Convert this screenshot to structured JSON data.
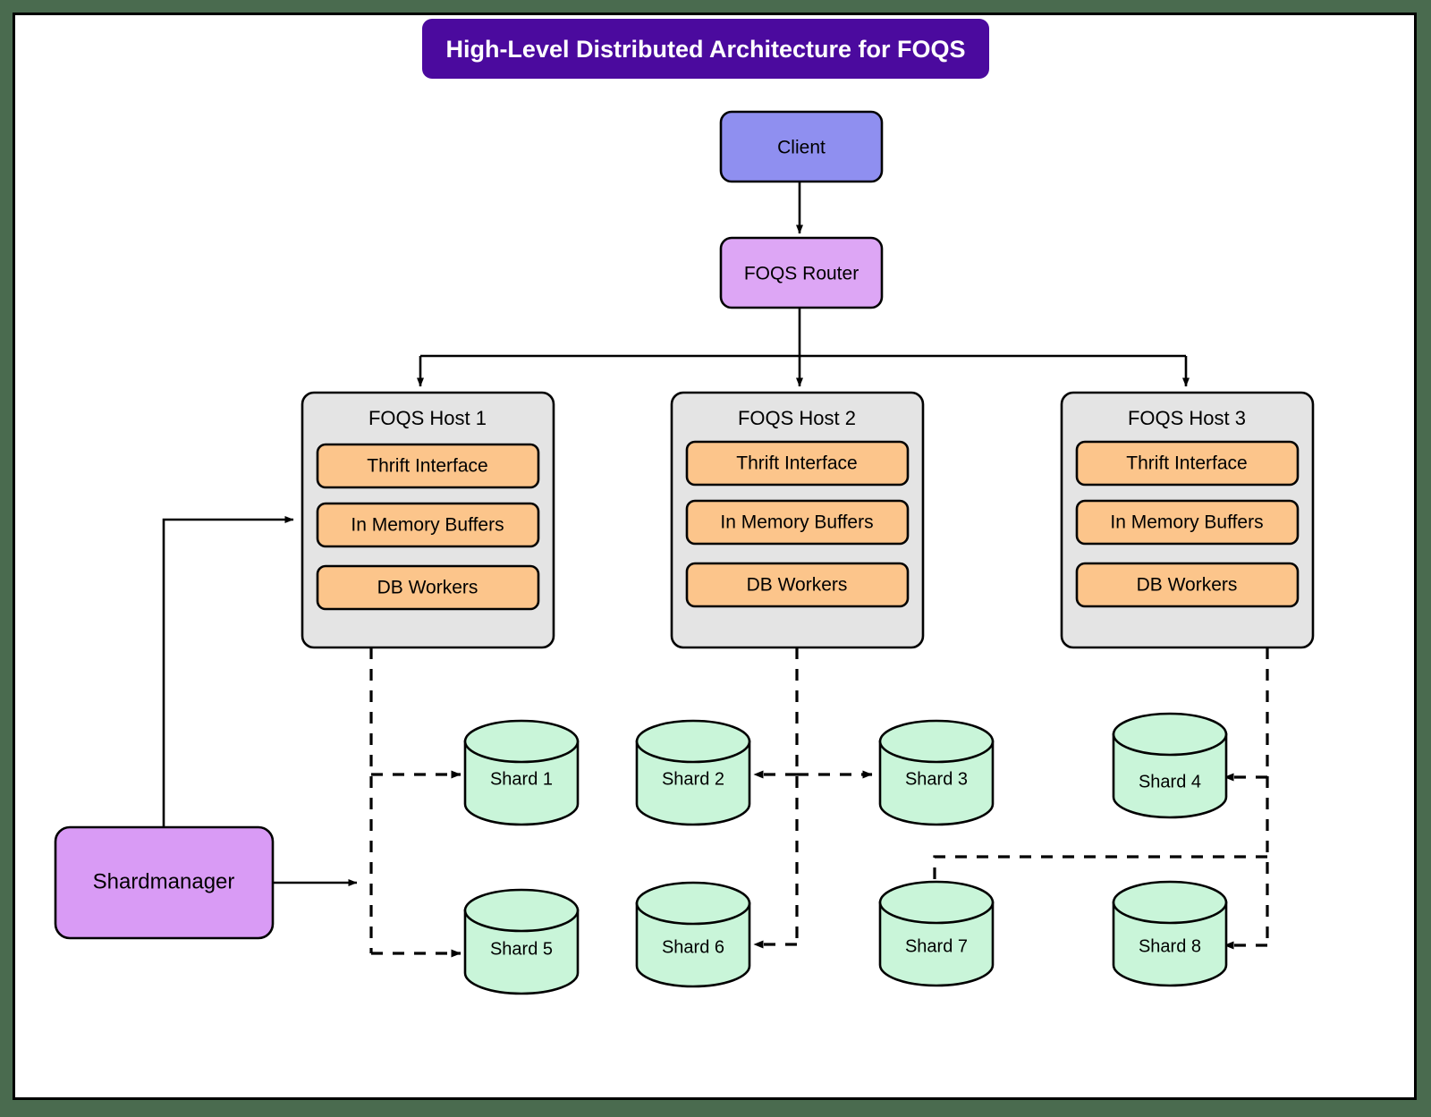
{
  "diagram": {
    "title": "High-Level Distributed Architecture for FOQS",
    "title_bg": "#4b0a9e",
    "title_fg": "#ffffff",
    "canvas_bg": "#ffffff",
    "page_bg": "#4a6b4f"
  },
  "nodes": {
    "client": {
      "label": "Client",
      "fill": "#8f8ff0"
    },
    "router": {
      "label": "FOQS Router",
      "fill": "#dda6f5"
    },
    "shardmanager": {
      "label": "Shardmanager",
      "fill": "#d99bf5"
    }
  },
  "hosts": [
    {
      "title": "FOQS Host 1",
      "fill": "#e4e4e4",
      "components": [
        {
          "label": "Thrift Interface",
          "fill": "#fcc58b"
        },
        {
          "label": "In Memory Buffers",
          "fill": "#fcc58b"
        },
        {
          "label": "DB Workers",
          "fill": "#fcc58b"
        }
      ]
    },
    {
      "title": "FOQS Host 2",
      "fill": "#e4e4e4",
      "components": [
        {
          "label": "Thrift Interface",
          "fill": "#fcc58b"
        },
        {
          "label": "In Memory Buffers",
          "fill": "#fcc58b"
        },
        {
          "label": "DB Workers",
          "fill": "#fcc58b"
        }
      ]
    },
    {
      "title": "FOQS Host 3",
      "fill": "#e4e4e4",
      "components": [
        {
          "label": "Thrift Interface",
          "fill": "#fcc58b"
        },
        {
          "label": "In Memory Buffers",
          "fill": "#fcc58b"
        },
        {
          "label": "DB Workers",
          "fill": "#fcc58b"
        }
      ]
    }
  ],
  "shards": [
    {
      "label": "Shard 1",
      "fill": "#c9f5d9"
    },
    {
      "label": "Shard 2",
      "fill": "#c9f5d9"
    },
    {
      "label": "Shard 3",
      "fill": "#c9f5d9"
    },
    {
      "label": "Shard 4",
      "fill": "#c9f5d9"
    },
    {
      "label": "Shard 5",
      "fill": "#c9f5d9"
    },
    {
      "label": "Shard 6",
      "fill": "#c9f5d9"
    },
    {
      "label": "Shard 7",
      "fill": "#c9f5d9"
    },
    {
      "label": "Shard 8",
      "fill": "#c9f5d9"
    }
  ],
  "edges": [
    {
      "from": "client",
      "to": "router",
      "style": "solid"
    },
    {
      "from": "router",
      "to": "host-1",
      "style": "solid"
    },
    {
      "from": "router",
      "to": "host-2",
      "style": "solid"
    },
    {
      "from": "router",
      "to": "host-3",
      "style": "solid"
    },
    {
      "from": "shardmanager",
      "to": "host-1",
      "style": "solid"
    },
    {
      "from": "shardmanager",
      "to": "host-1-shard-bus",
      "style": "solid"
    },
    {
      "from": "host-1",
      "to": "shard-1",
      "style": "dashed"
    },
    {
      "from": "host-1",
      "to": "shard-5",
      "style": "dashed"
    },
    {
      "from": "host-2",
      "to": "shard-2",
      "style": "dashed"
    },
    {
      "from": "host-2",
      "to": "shard-3",
      "style": "dashed"
    },
    {
      "from": "host-2",
      "to": "shard-6",
      "style": "dashed"
    },
    {
      "from": "host-3",
      "to": "shard-4",
      "style": "dashed"
    },
    {
      "from": "host-3",
      "to": "shard-7",
      "style": "dashed"
    },
    {
      "from": "host-3",
      "to": "shard-8",
      "style": "dashed"
    }
  ]
}
